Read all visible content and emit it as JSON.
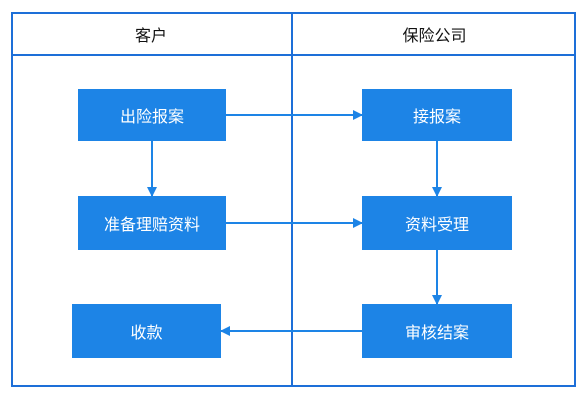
{
  "lanes": {
    "customer": "客户",
    "insurer": "保险公司"
  },
  "nodes": {
    "report_claim": "出险报案",
    "prepare_materials": "准备理赔资料",
    "receive_payment": "收款",
    "accept_report": "接报案",
    "accept_materials": "资料受理",
    "review_close": "审核结案"
  },
  "colors": {
    "border": "#1d6fd8",
    "node_fill": "#1d84e6",
    "arrow": "#1d84e6",
    "node_text": "#ffffff"
  }
}
